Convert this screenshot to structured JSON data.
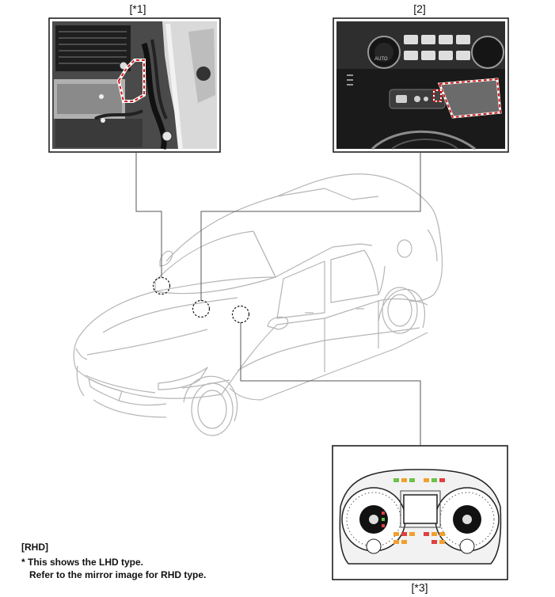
{
  "callouts": {
    "c1": "[*1]",
    "c2": "[2]",
    "c3": "[*3]"
  },
  "notes": {
    "region": "[RHD]",
    "line1": "* This shows the LHD type.",
    "line2": "Refer to the mirror image for RHD type."
  },
  "panel_texts": {
    "auto_button": "AUTO"
  }
}
